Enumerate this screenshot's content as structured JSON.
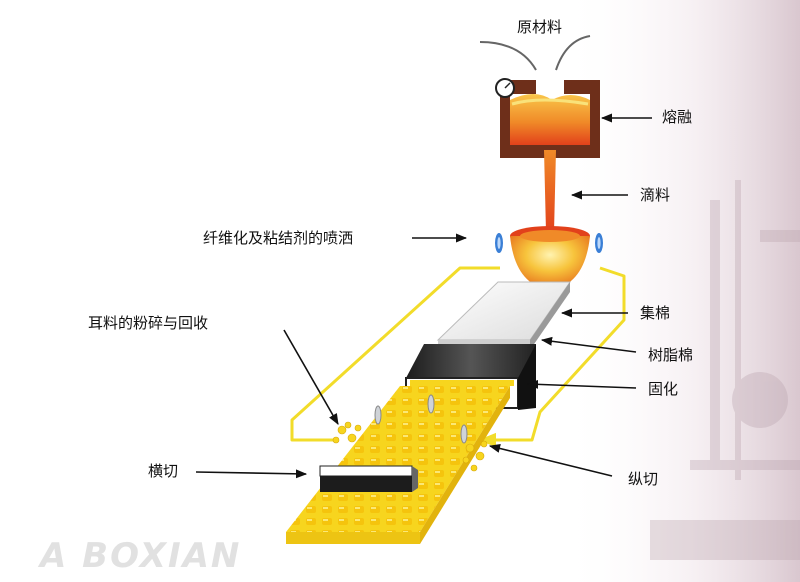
{
  "labels": {
    "raw_material": "原材料",
    "melting": "熔融",
    "dripping": "滴料",
    "spraying": "纤维化及粘结剂的喷洒",
    "cotton_collection": "集棉",
    "edge_recycling": "耳料的粉碎与回收",
    "resin_cotton": "树脂棉",
    "curing": "固化",
    "cross_cut": "横切",
    "longitudinal_cut": "纵切"
  },
  "watermark": "A BOXIAN",
  "colors": {
    "molten": "#e8421a",
    "molten_light": "#f7a23a",
    "furnace": "#6e2f1a",
    "product_yellow": "#f7d51e",
    "curing_oven": "#2b2b2b",
    "arrow": "#111111",
    "recycle_line": "#f2dc2a"
  }
}
